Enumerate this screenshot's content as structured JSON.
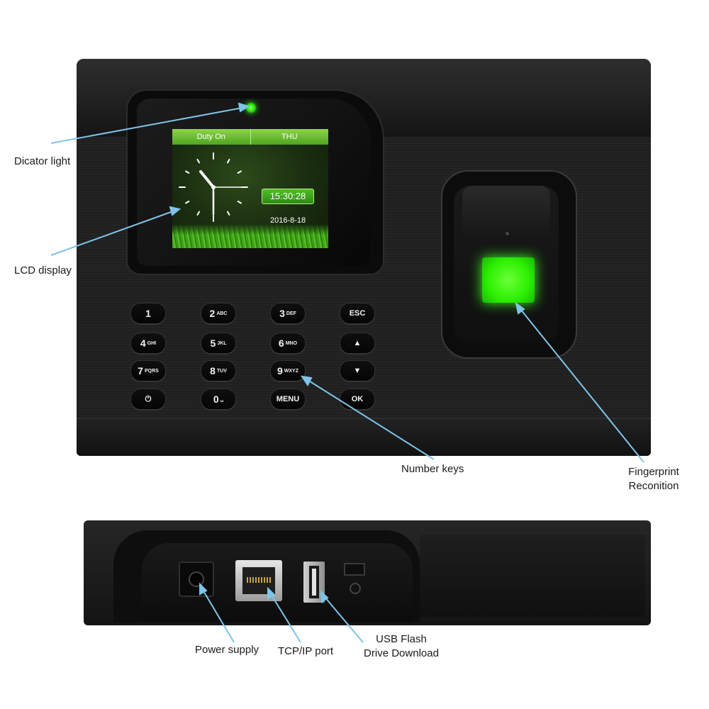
{
  "lcd": {
    "header_left": "Duty On",
    "header_right": "THU",
    "time": "15:30:28",
    "date": "2016-8-18"
  },
  "keypad": [
    {
      "main": "1",
      "sub": ""
    },
    {
      "main": "2",
      "sub": "ABC"
    },
    {
      "main": "3",
      "sub": "DEF"
    },
    {
      "main": "",
      "sub": "",
      "word": "ESC"
    },
    {
      "main": "4",
      "sub": "GHI"
    },
    {
      "main": "5",
      "sub": "JKL"
    },
    {
      "main": "6",
      "sub": "MNO"
    },
    {
      "main": "",
      "sub": "",
      "word": "▲"
    },
    {
      "main": "7",
      "sub": "PQRS"
    },
    {
      "main": "8",
      "sub": "TUV"
    },
    {
      "main": "9",
      "sub": "WXYZ"
    },
    {
      "main": "",
      "sub": "",
      "word": "▼"
    },
    {
      "main": "",
      "sub": "",
      "word": "⏻"
    },
    {
      "main": "0",
      "sub": "␣"
    },
    {
      "main": "",
      "sub": "",
      "word": "MENU"
    },
    {
      "main": "",
      "sub": "",
      "word": "OK"
    }
  ],
  "labels": {
    "indicator_light": "Dicator light",
    "lcd_display": "LCD display",
    "number_keys": "Number keys",
    "fingerprint_line1": "Fingerprint",
    "fingerprint_line2": "Reconition",
    "power_supply": "Power supply",
    "tcp_ip_port": "TCP/IP port",
    "usb_line1": "USB Flash",
    "usb_line2": "Drive Download"
  },
  "colors": {
    "callout_line": "#7fc4e8",
    "indicator_green": "#22e000",
    "sensor_green": "#2cf000"
  }
}
